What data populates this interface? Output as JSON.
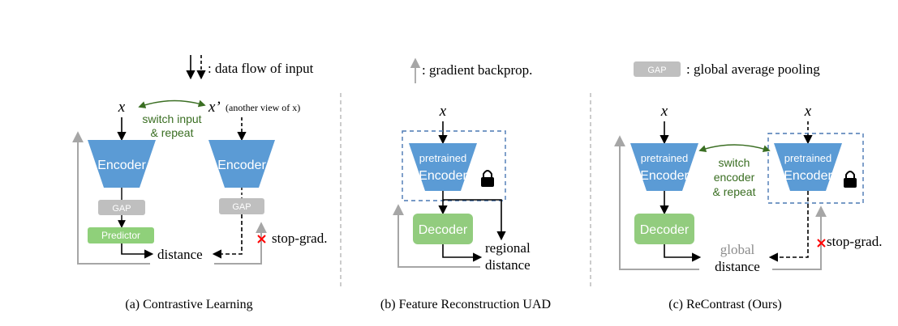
{
  "colors": {
    "encoder": "#5b9bd5",
    "decoder": "#92cc7e",
    "gap": "#bfbfbf",
    "predictor": "#8fd07a",
    "green_text": "#3a6e22",
    "grey_arrow": "#a6a6a6",
    "dashed_box": "#4a78b4",
    "cross": "#ff0000",
    "divider": "#9a9a9a"
  },
  "legend": {
    "data_flow": ": data flow of input",
    "gradient": ": gradient backprop.",
    "gap_box": "GAP",
    "gap_desc": ":  global average pooling"
  },
  "panel_a": {
    "x_label": "x",
    "xprime_label": "x’",
    "xprime_note": "(another view of x)",
    "switch_line1": "switch input",
    "switch_line2": "& repeat",
    "encoder1": "Encoder",
    "encoder2": "Encoder",
    "gap1": "GAP",
    "gap2": "GAP",
    "predictor": "Predictor",
    "distance": "distance",
    "stop_grad": "stop-grad.",
    "caption": "(a) Contrastive Learning"
  },
  "panel_b": {
    "x_label": "x",
    "encoder_line1": "pretrained",
    "encoder_line2": "Encoder",
    "decoder": "Decoder",
    "distance_line1": "regional",
    "distance_line2": "distance",
    "caption": "(b) Feature Reconstruction UAD",
    "lock_icon": "lock-icon"
  },
  "panel_c": {
    "x_label1": "x",
    "x_label2": "x",
    "encoder1_line1": "pretrained",
    "encoder1_line2": "Encoder",
    "encoder2_line1": "pretrained",
    "encoder2_line2": "Encoder",
    "switch_line1": "switch",
    "switch_line2": "encoder",
    "switch_line3": "& repeat",
    "decoder": "Decoder",
    "distance_line1": "global",
    "distance_line2": "distance",
    "stop_grad": "stop-grad.",
    "caption": "(c) ReContrast (Ours)",
    "lock_icon": "lock-icon"
  }
}
